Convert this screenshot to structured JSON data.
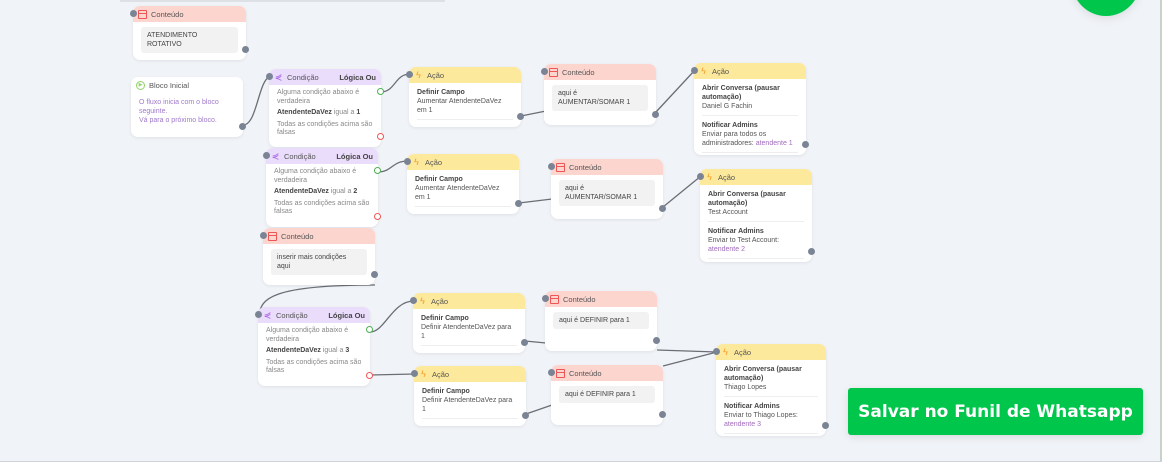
{
  "nodes": [
    {
      "id": "c1",
      "type": "content",
      "header": "Conteúdo",
      "text": "ATENDIMENTO ROTATIVO"
    },
    {
      "id": "start",
      "type": "start",
      "header": "Bloco Inicial",
      "lines": [
        "O fluxo inicia com o bloco seguinte.",
        "Vá para o próximo bloco."
      ]
    },
    {
      "id": "cond1",
      "type": "condition",
      "header": "Condição",
      "logic": "Lógica Ou",
      "any": "Alguma condição abaixo é verdadeira",
      "field": "AtendenteDaVez",
      "op": "igual a",
      "value": "1",
      "none": "Todas as condições acima são falsas"
    },
    {
      "id": "act1",
      "type": "action",
      "header": "Ação",
      "items": [
        {
          "title": "Definir Campo",
          "text": "Aumentar AtendenteDaVez em 1"
        }
      ]
    },
    {
      "id": "cont2",
      "type": "content",
      "header": "Conteúdo",
      "text": "aqui é AUMENTAR/SOMAR 1"
    },
    {
      "id": "act2",
      "type": "action",
      "header": "Ação",
      "items": [
        {
          "title": "Abrir Conversa (pausar automação)",
          "text": "Daniel G Fachin"
        },
        {
          "title": "Notificar Admins",
          "text": "Enviar para todos os administradores:",
          "accent": "atendente 1"
        }
      ]
    },
    {
      "id": "cond2",
      "type": "condition",
      "header": "Condição",
      "logic": "Lógica Ou",
      "any": "Alguma condição abaixo é verdadeira",
      "field": "AtendenteDaVez",
      "op": "igual a",
      "value": "2",
      "none": "Todas as condições acima são falsas"
    },
    {
      "id": "act3",
      "type": "action",
      "header": "Ação",
      "items": [
        {
          "title": "Definir Campo",
          "text": "Aumentar AtendenteDaVez em 1"
        }
      ]
    },
    {
      "id": "cont3",
      "type": "content",
      "header": "Conteúdo",
      "text": "aqui é AUMENTAR/SOMAR 1"
    },
    {
      "id": "act4",
      "type": "action",
      "header": "Ação",
      "items": [
        {
          "title": "Abrir Conversa (pausar automação)",
          "text": "Test Account"
        },
        {
          "title": "Notificar Admins",
          "text": "Enviar to Test Account:",
          "accent": "atendente 2"
        }
      ]
    },
    {
      "id": "cont4",
      "type": "content",
      "header": "Conteúdo",
      "text": "inserir mais condições aqui"
    },
    {
      "id": "cond3",
      "type": "condition",
      "header": "Condição",
      "logic": "Lógica Ou",
      "any": "Alguma condição abaixo é verdadeira",
      "field": "AtendenteDaVez",
      "op": "igual a",
      "value": "3",
      "none": "Todas as condições acima são falsas"
    },
    {
      "id": "act5",
      "type": "action",
      "header": "Ação",
      "items": [
        {
          "title": "Definir Campo",
          "text": "Definir AtendenteDaVez para 1"
        }
      ]
    },
    {
      "id": "cont5",
      "type": "content",
      "header": "Conteúdo",
      "text": "aqui é DEFINIR para 1"
    },
    {
      "id": "act6",
      "type": "action",
      "header": "Ação",
      "items": [
        {
          "title": "Definir Campo",
          "text": "Definir AtendenteDaVez para 1"
        }
      ]
    },
    {
      "id": "cont6",
      "type": "content",
      "header": "Conteúdo",
      "text": "aqui é DEFINIR para 1"
    },
    {
      "id": "act7",
      "type": "action",
      "header": "Ação",
      "items": [
        {
          "title": "Abrir Conversa (pausar automação)",
          "text": "Thiago Lopes"
        },
        {
          "title": "Notificar Admins",
          "text": "Enviar to Thiago Lopes:",
          "accent": "atendente 3"
        }
      ]
    }
  ],
  "save_button": "Salvar no Funil de Whatsapp",
  "colors": {
    "primary": "#00c64c",
    "content": "#fdd5cf",
    "condition": "#eadcfb",
    "action": "#fde99c"
  }
}
